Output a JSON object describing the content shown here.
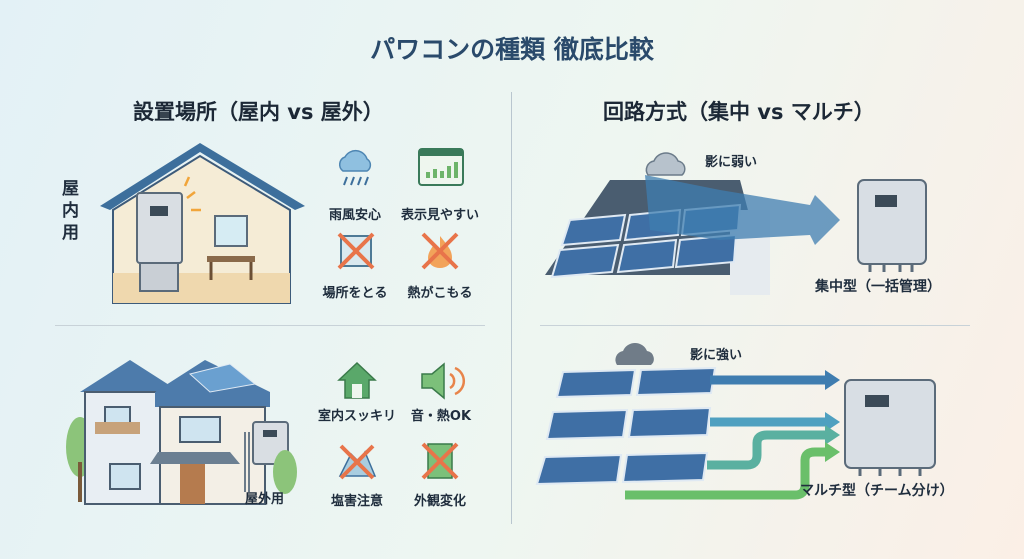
{
  "title": "パワコンの種類 徹底比較",
  "left": {
    "heading": "設置場所（屋内 vs 屋外）",
    "indoor": {
      "label": "屋内用",
      "items": [
        {
          "icon": "rain-cloud-icon",
          "label": "雨風安心"
        },
        {
          "icon": "display-chart-icon",
          "label": "表示見やすい"
        },
        {
          "icon": "space-crossed-icon",
          "label": "場所をとる"
        },
        {
          "icon": "heat-crossed-icon",
          "label": "熱がこもる"
        }
      ]
    },
    "outdoor": {
      "label": "屋外用",
      "items": [
        {
          "icon": "house-icon",
          "label": "室内スッキリ"
        },
        {
          "icon": "speaker-icon",
          "label": "音・熱OK"
        },
        {
          "icon": "salt-crossed-icon",
          "label": "塩害注意"
        },
        {
          "icon": "appearance-crossed-icon",
          "label": "外観変化"
        }
      ]
    }
  },
  "right": {
    "heading": "回路方式（集中 vs マルチ）",
    "central": {
      "shade_note": "影に弱い",
      "label": "集中型（一括管理）"
    },
    "multi": {
      "shade_note": "影に強い",
      "label": "マルチ型（チーム分け）"
    }
  },
  "colors": {
    "title": "#2a4a6b",
    "cross": "#e8744a",
    "green": "#5aa86a",
    "blue": "#3f7db0"
  }
}
